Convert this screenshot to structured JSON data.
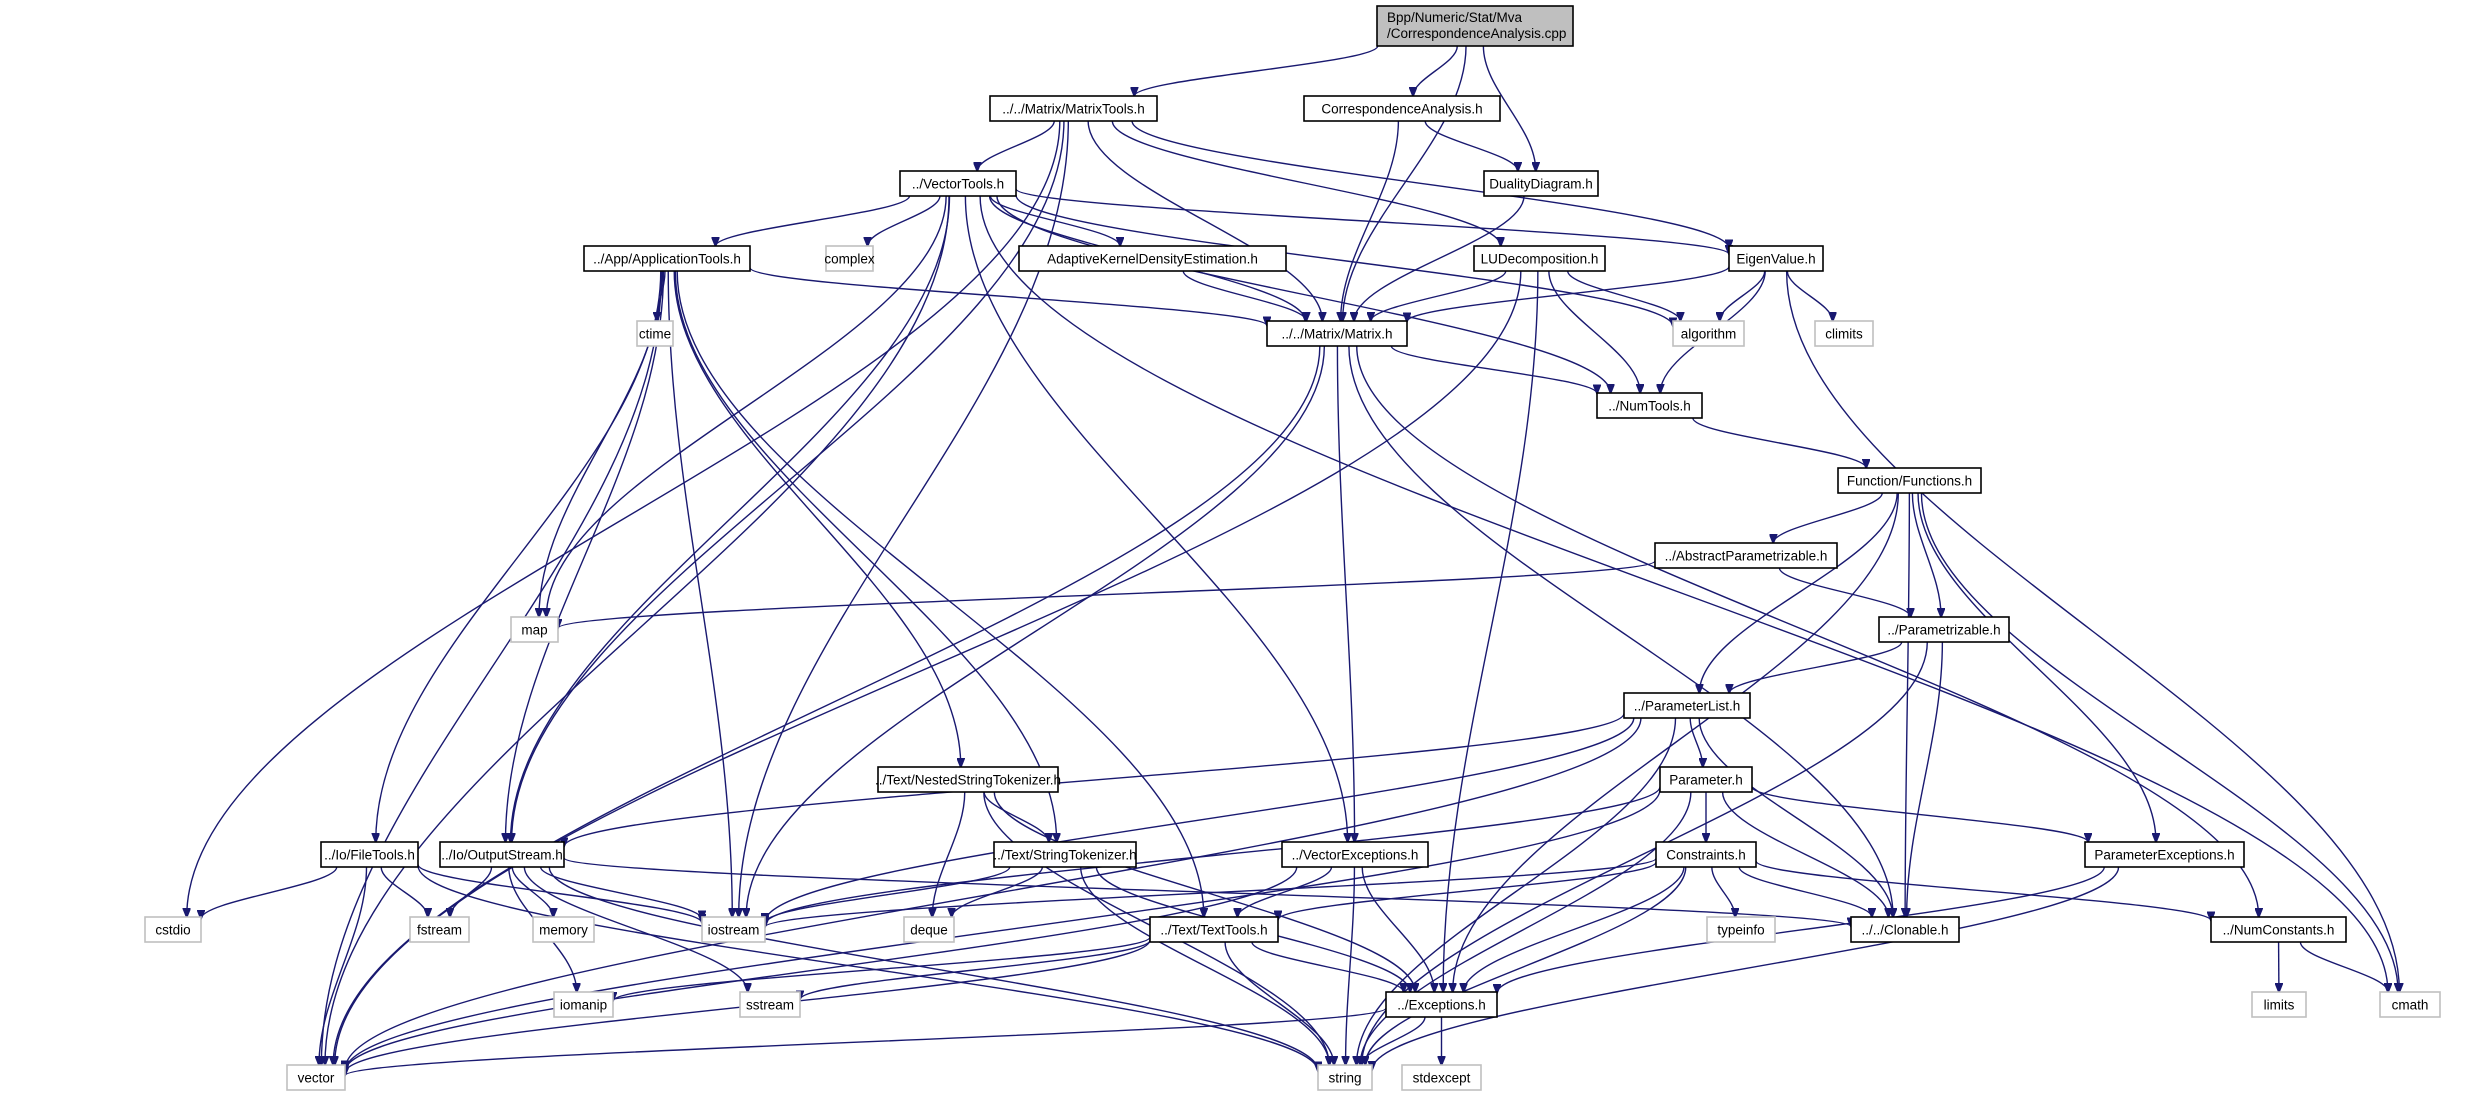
{
  "graph": {
    "title": "Bpp/Numeric/Stat/Mva/CorrespondenceAnalysis.cpp include dependency graph",
    "colors": {
      "edge": "#191970",
      "root_fill": "#bfbfbf",
      "file_border": "#000000",
      "system_border": "#bfbfbf"
    },
    "nodes": [
      {
        "id": "root",
        "lines": [
          "Bpp/Numeric/Stat/Mva",
          "/CorrespondenceAnalysis.cpp"
        ],
        "kind": "root"
      },
      {
        "id": "matrixtools",
        "lines": [
          "../../Matrix/MatrixTools.h"
        ],
        "kind": "file"
      },
      {
        "id": "corrh",
        "lines": [
          "CorrespondenceAnalysis.h"
        ],
        "kind": "file"
      },
      {
        "id": "duality",
        "lines": [
          "DualityDiagram.h"
        ],
        "kind": "file"
      },
      {
        "id": "vectortools",
        "lines": [
          "../VectorTools.h"
        ],
        "kind": "file"
      },
      {
        "id": "apptools",
        "lines": [
          "../App/ApplicationTools.h"
        ],
        "kind": "file"
      },
      {
        "id": "complex",
        "lines": [
          "complex"
        ],
        "kind": "system"
      },
      {
        "id": "akde",
        "lines": [
          "AdaptiveKernelDensityEstimation.h"
        ],
        "kind": "file"
      },
      {
        "id": "lu",
        "lines": [
          "LUDecomposition.h"
        ],
        "kind": "file"
      },
      {
        "id": "eigen",
        "lines": [
          "EigenValue.h"
        ],
        "kind": "file"
      },
      {
        "id": "ctime",
        "lines": [
          "ctime"
        ],
        "kind": "system"
      },
      {
        "id": "matrix",
        "lines": [
          "../../Matrix/Matrix.h"
        ],
        "kind": "file"
      },
      {
        "id": "algorithm",
        "lines": [
          "algorithm"
        ],
        "kind": "system"
      },
      {
        "id": "climits",
        "lines": [
          "climits"
        ],
        "kind": "system"
      },
      {
        "id": "numtools",
        "lines": [
          "../NumTools.h"
        ],
        "kind": "file"
      },
      {
        "id": "functions",
        "lines": [
          "Function/Functions.h"
        ],
        "kind": "file"
      },
      {
        "id": "abspar",
        "lines": [
          "../AbstractParametrizable.h"
        ],
        "kind": "file"
      },
      {
        "id": "map",
        "lines": [
          "map"
        ],
        "kind": "system"
      },
      {
        "id": "parametrizable",
        "lines": [
          "../Parametrizable.h"
        ],
        "kind": "file"
      },
      {
        "id": "paramlist",
        "lines": [
          "../ParameterList.h"
        ],
        "kind": "file"
      },
      {
        "id": "nested",
        "lines": [
          "../Text/NestedStringTokenizer.h"
        ],
        "kind": "file"
      },
      {
        "id": "parameter",
        "lines": [
          "Parameter.h"
        ],
        "kind": "file"
      },
      {
        "id": "filetools",
        "lines": [
          "../Io/FileTools.h"
        ],
        "kind": "file"
      },
      {
        "id": "outstream",
        "lines": [
          "../Io/OutputStream.h"
        ],
        "kind": "file"
      },
      {
        "id": "strtok",
        "lines": [
          "../Text/StringTokenizer.h"
        ],
        "kind": "file"
      },
      {
        "id": "vecexc",
        "lines": [
          "../VectorExceptions.h"
        ],
        "kind": "file"
      },
      {
        "id": "constraints",
        "lines": [
          "Constraints.h"
        ],
        "kind": "file"
      },
      {
        "id": "paramexc",
        "lines": [
          "ParameterExceptions.h"
        ],
        "kind": "file"
      },
      {
        "id": "cstdio",
        "lines": [
          "cstdio"
        ],
        "kind": "system"
      },
      {
        "id": "fstream",
        "lines": [
          "fstream"
        ],
        "kind": "system"
      },
      {
        "id": "memory",
        "lines": [
          "memory"
        ],
        "kind": "system"
      },
      {
        "id": "iostream",
        "lines": [
          "iostream"
        ],
        "kind": "system"
      },
      {
        "id": "deque",
        "lines": [
          "deque"
        ],
        "kind": "system"
      },
      {
        "id": "typeinfo",
        "lines": [
          "typeinfo"
        ],
        "kind": "system"
      },
      {
        "id": "clonable",
        "lines": [
          "../../Clonable.h"
        ],
        "kind": "file"
      },
      {
        "id": "numconst",
        "lines": [
          "../NumConstants.h"
        ],
        "kind": "file"
      },
      {
        "id": "texttools",
        "lines": [
          "../Text/TextTools.h"
        ],
        "kind": "file"
      },
      {
        "id": "iomanip",
        "lines": [
          "iomanip"
        ],
        "kind": "system"
      },
      {
        "id": "sstream",
        "lines": [
          "sstream"
        ],
        "kind": "system"
      },
      {
        "id": "exceptions",
        "lines": [
          "../Exceptions.h"
        ],
        "kind": "file"
      },
      {
        "id": "limits",
        "lines": [
          "limits"
        ],
        "kind": "system"
      },
      {
        "id": "cmath",
        "lines": [
          "cmath"
        ],
        "kind": "system"
      },
      {
        "id": "vector",
        "lines": [
          "vector"
        ],
        "kind": "system"
      },
      {
        "id": "string",
        "lines": [
          "string"
        ],
        "kind": "system"
      },
      {
        "id": "stdexcept",
        "lines": [
          "stdexcept"
        ],
        "kind": "system"
      }
    ],
    "edges": [
      [
        "root",
        "matrixtools"
      ],
      [
        "root",
        "corrh"
      ],
      [
        "root",
        "duality"
      ],
      [
        "root",
        "matrix"
      ],
      [
        "matrixtools",
        "vectortools"
      ],
      [
        "matrixtools",
        "matrix"
      ],
      [
        "matrixtools",
        "lu"
      ],
      [
        "matrixtools",
        "eigen"
      ],
      [
        "matrixtools",
        "iostream"
      ],
      [
        "matrixtools",
        "cstdio"
      ],
      [
        "matrixtools",
        "outstream"
      ],
      [
        "corrh",
        "duality"
      ],
      [
        "corrh",
        "matrix"
      ],
      [
        "duality",
        "matrix"
      ],
      [
        "vectortools",
        "apptools"
      ],
      [
        "vectortools",
        "complex"
      ],
      [
        "vectortools",
        "akde"
      ],
      [
        "vectortools",
        "matrix"
      ],
      [
        "vectortools",
        "numtools"
      ],
      [
        "vectortools",
        "vecexc"
      ],
      [
        "vectortools",
        "algorithm"
      ],
      [
        "vectortools",
        "cmath"
      ],
      [
        "vectortools",
        "vector"
      ],
      [
        "vectortools",
        "map"
      ],
      [
        "vectortools",
        "outstream"
      ],
      [
        "vectortools",
        "eigen"
      ],
      [
        "akde",
        "matrix"
      ],
      [
        "apptools",
        "ctime"
      ],
      [
        "apptools",
        "matrix"
      ],
      [
        "apptools",
        "map"
      ],
      [
        "apptools",
        "outstream"
      ],
      [
        "apptools",
        "filetools"
      ],
      [
        "apptools",
        "iostream"
      ],
      [
        "apptools",
        "nested"
      ],
      [
        "apptools",
        "strtok"
      ],
      [
        "apptools",
        "texttools"
      ],
      [
        "apptools",
        "vector"
      ],
      [
        "lu",
        "matrix"
      ],
      [
        "lu",
        "algorithm"
      ],
      [
        "lu",
        "numtools"
      ],
      [
        "lu",
        "exceptions"
      ],
      [
        "lu",
        "vector"
      ],
      [
        "eigen",
        "matrix"
      ],
      [
        "eigen",
        "algorithm"
      ],
      [
        "eigen",
        "climits"
      ],
      [
        "eigen",
        "numtools"
      ],
      [
        "eigen",
        "cmath"
      ],
      [
        "matrix",
        "numtools"
      ],
      [
        "matrix",
        "vecexc"
      ],
      [
        "matrix",
        "clonable"
      ],
      [
        "matrix",
        "iostream"
      ],
      [
        "matrix",
        "vector"
      ],
      [
        "matrix",
        "numconst"
      ],
      [
        "numtools",
        "functions"
      ],
      [
        "functions",
        "abspar"
      ],
      [
        "functions",
        "parametrizable"
      ],
      [
        "functions",
        "paramlist"
      ],
      [
        "functions",
        "paramexc"
      ],
      [
        "functions",
        "clonable"
      ],
      [
        "functions",
        "exceptions"
      ],
      [
        "functions",
        "cmath"
      ],
      [
        "abspar",
        "parametrizable"
      ],
      [
        "abspar",
        "map"
      ],
      [
        "parametrizable",
        "paramlist"
      ],
      [
        "parametrizable",
        "clonable"
      ],
      [
        "parametrizable",
        "string"
      ],
      [
        "paramlist",
        "parameter"
      ],
      [
        "paramlist",
        "clonable"
      ],
      [
        "paramlist",
        "outstream"
      ],
      [
        "paramlist",
        "iostream"
      ],
      [
        "paramlist",
        "vector"
      ],
      [
        "paramlist",
        "string"
      ],
      [
        "parameter",
        "constraints"
      ],
      [
        "parameter",
        "paramexc"
      ],
      [
        "parameter",
        "clonable"
      ],
      [
        "parameter",
        "iostream"
      ],
      [
        "parameter",
        "vector"
      ],
      [
        "parameter",
        "string"
      ],
      [
        "constraints",
        "typeinfo"
      ],
      [
        "constraints",
        "clonable"
      ],
      [
        "constraints",
        "texttools"
      ],
      [
        "constraints",
        "numconst"
      ],
      [
        "constraints",
        "exceptions"
      ],
      [
        "constraints",
        "iostream"
      ],
      [
        "constraints",
        "string"
      ],
      [
        "paramexc",
        "exceptions"
      ],
      [
        "paramexc",
        "string"
      ],
      [
        "nested",
        "strtok"
      ],
      [
        "nested",
        "deque"
      ],
      [
        "nested",
        "exceptions"
      ],
      [
        "nested",
        "string"
      ],
      [
        "strtok",
        "deque"
      ],
      [
        "strtok",
        "exceptions"
      ],
      [
        "strtok",
        "iostream"
      ],
      [
        "strtok",
        "string"
      ],
      [
        "filetools",
        "cstdio"
      ],
      [
        "filetools",
        "fstream"
      ],
      [
        "filetools",
        "iostream"
      ],
      [
        "filetools",
        "vector"
      ],
      [
        "filetools",
        "string"
      ],
      [
        "outstream",
        "fstream"
      ],
      [
        "outstream",
        "memory"
      ],
      [
        "outstream",
        "iostream"
      ],
      [
        "outstream",
        "iomanip"
      ],
      [
        "outstream",
        "sstream"
      ],
      [
        "outstream",
        "string"
      ],
      [
        "outstream",
        "clonable"
      ],
      [
        "vecexc",
        "texttools"
      ],
      [
        "vecexc",
        "exceptions"
      ],
      [
        "vecexc",
        "string"
      ],
      [
        "vecexc",
        "vector"
      ],
      [
        "texttools",
        "exceptions"
      ],
      [
        "texttools",
        "iomanip"
      ],
      [
        "texttools",
        "sstream"
      ],
      [
        "texttools",
        "string"
      ],
      [
        "texttools",
        "vector"
      ],
      [
        "exceptions",
        "string"
      ],
      [
        "exceptions",
        "stdexcept"
      ],
      [
        "exceptions",
        "vector"
      ],
      [
        "numconst",
        "limits"
      ],
      [
        "numconst",
        "cmath"
      ]
    ]
  }
}
